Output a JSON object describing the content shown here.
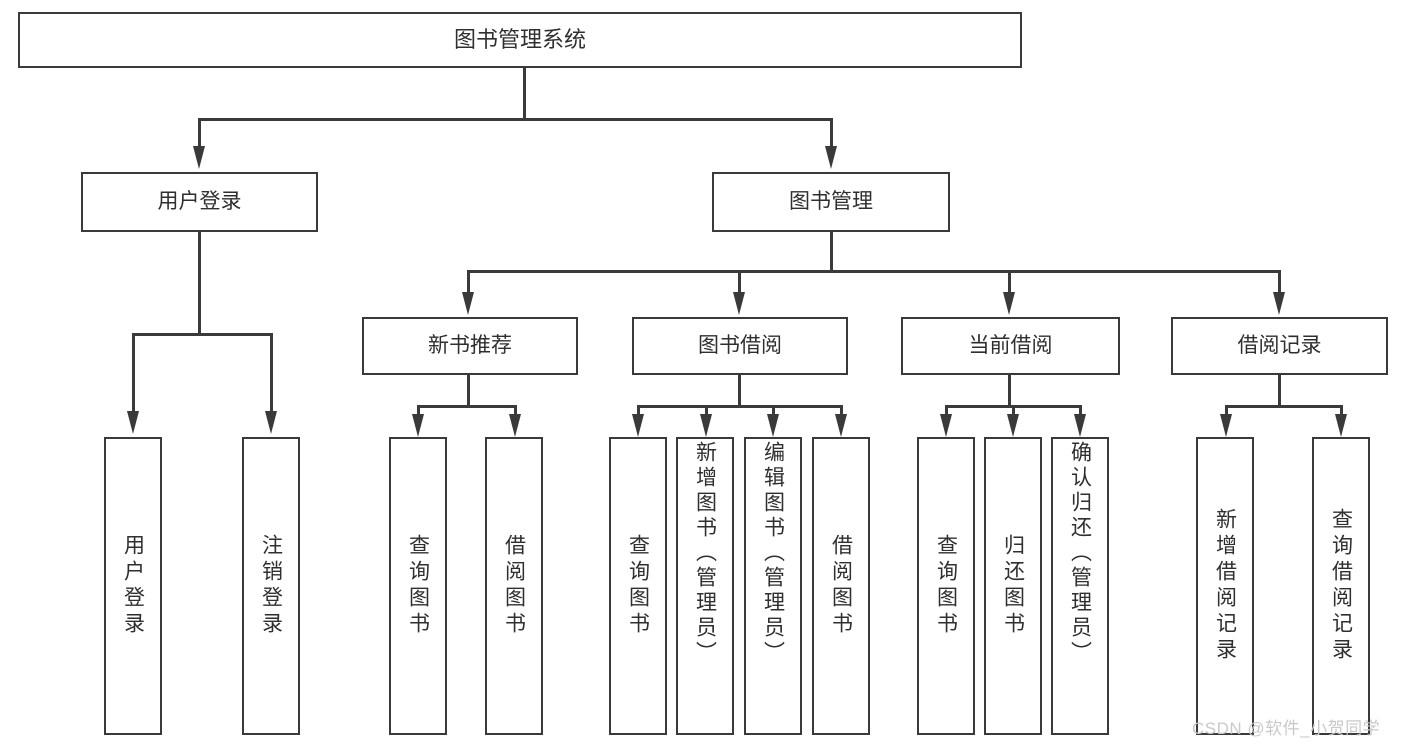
{
  "diagram": {
    "title_node": {
      "label": "图书管理系统"
    },
    "level2": [
      {
        "label": "用户登录"
      },
      {
        "label": "图书管理"
      }
    ],
    "level3": [
      {
        "label": "新书推荐"
      },
      {
        "label": "图书借阅"
      },
      {
        "label": "当前借阅"
      },
      {
        "label": "借阅记录"
      }
    ],
    "leaves": {
      "user_login": [
        {
          "label": "用户登录"
        },
        {
          "label": "注销登录"
        }
      ],
      "new_book_recommend": [
        {
          "label": "查询图书"
        },
        {
          "label": "借阅图书"
        }
      ],
      "book_borrow": [
        {
          "label": "查询图书"
        },
        {
          "label": "新增图书（管理员）"
        },
        {
          "label": "编辑图书（管理员）"
        },
        {
          "label": "借阅图书"
        }
      ],
      "current_borrow": [
        {
          "label": "查询图书"
        },
        {
          "label": "归还图书"
        },
        {
          "label": "确认归还（管理员）"
        }
      ],
      "borrow_record": [
        {
          "label": "新增借阅记录"
        },
        {
          "label": "查询借阅记录"
        }
      ]
    }
  },
  "watermark": {
    "text": "CSDN @软件_小贺同学"
  },
  "colors": {
    "stroke": "#3a3a3a",
    "text": "#2f2f2f",
    "background": "#ffffff",
    "watermark": "#c9c9c9"
  }
}
